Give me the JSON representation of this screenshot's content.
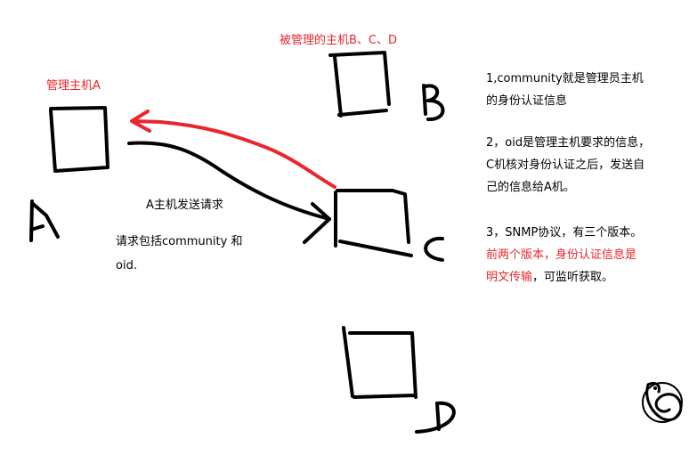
{
  "labels": {
    "managed_hosts": "被管理的主机B、C、D",
    "manager_host": "管理主机A",
    "send_request": "A主机发送请求",
    "request_line1": "请求包括community 和",
    "request_line2": "oid."
  },
  "hand_letters": {
    "a": "A",
    "b": "B",
    "c": "C",
    "d": "D"
  },
  "notes": {
    "n1_line1": "1,community就是管理员主机",
    "n1_line2": "的身份认证信息",
    "n2_line1": "2，oid是管理主机要求的信息，",
    "n2_line2": "C机核对身份认证之后，发送自",
    "n2_line3": "己的信息给A机。",
    "n3_line1": "3，SNMP协议，有三个版本。",
    "n3_red_line1": "前两个版本，身份认证信息是",
    "n3_red_line2": "明文传输",
    "n3_tail": "，可监听获取。"
  },
  "colors": {
    "ink": "#000000",
    "red": "#e8262b"
  },
  "logo": {
    "icon": "swan-logo-icon"
  }
}
